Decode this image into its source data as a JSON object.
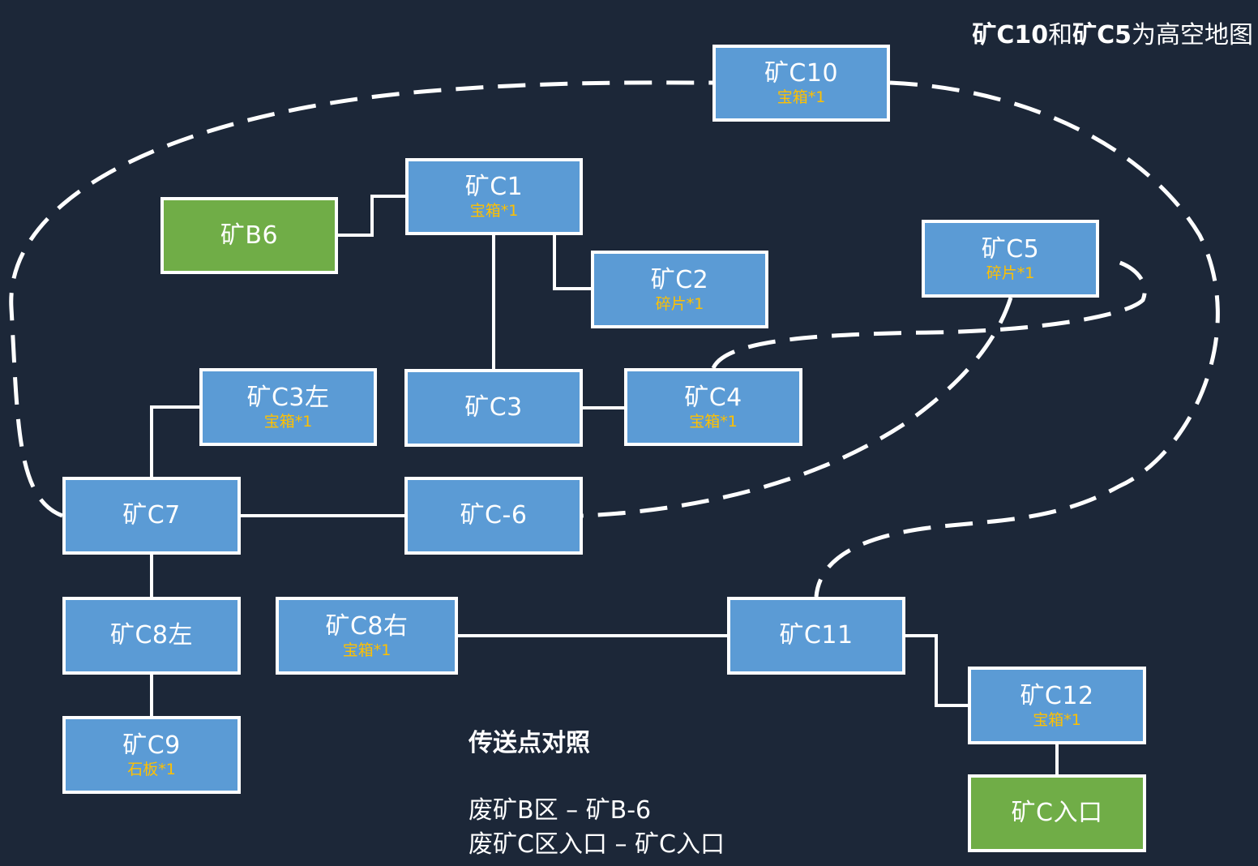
{
  "title": {
    "parts": [
      {
        "text": "矿C10",
        "bold": true
      },
      {
        "text": "和",
        "bold": false
      },
      {
        "text": "矿C5",
        "bold": true
      },
      {
        "text": "为高空地图",
        "bold": false
      }
    ]
  },
  "colors": {
    "background": "#1c2738",
    "node_fill": "#5b9bd5",
    "teleport_fill": "#70ad47",
    "border": "#ffffff",
    "loot_text": "#ffc000"
  },
  "nodes": [
    {
      "id": "C10",
      "label": "矿C10",
      "loot": "宝箱*1",
      "type": "normal"
    },
    {
      "id": "C1",
      "label": "矿C1",
      "loot": "宝箱*1",
      "type": "normal"
    },
    {
      "id": "B6",
      "label": "矿B6",
      "loot": "",
      "type": "teleport"
    },
    {
      "id": "C2",
      "label": "矿C2",
      "loot": "碎片*1",
      "type": "normal"
    },
    {
      "id": "C5",
      "label": "矿C5",
      "loot": "碎片*1",
      "type": "normal"
    },
    {
      "id": "C3L",
      "label": "矿C3左",
      "loot": "宝箱*1",
      "type": "normal"
    },
    {
      "id": "C3",
      "label": "矿C3",
      "loot": "",
      "type": "normal"
    },
    {
      "id": "C4",
      "label": "矿C4",
      "loot": "宝箱*1",
      "type": "normal"
    },
    {
      "id": "C7",
      "label": "矿C7",
      "loot": "",
      "type": "normal"
    },
    {
      "id": "C6",
      "label": "矿C-6",
      "loot": "",
      "type": "normal"
    },
    {
      "id": "C8L",
      "label": "矿C8左",
      "loot": "",
      "type": "normal"
    },
    {
      "id": "C8R",
      "label": "矿C8右",
      "loot": "宝箱*1",
      "type": "normal"
    },
    {
      "id": "C11",
      "label": "矿C11",
      "loot": "",
      "type": "normal"
    },
    {
      "id": "C9",
      "label": "矿C9",
      "loot": "石板*1",
      "type": "normal"
    },
    {
      "id": "C12",
      "label": "矿C12",
      "loot": "宝箱*1",
      "type": "normal"
    },
    {
      "id": "CIN",
      "label": "矿C入口",
      "loot": "",
      "type": "teleport"
    }
  ],
  "edges": [
    {
      "from": "B6",
      "to": "C1",
      "style": "solid"
    },
    {
      "from": "C1",
      "to": "C2",
      "style": "solid"
    },
    {
      "from": "C1",
      "to": "C3",
      "style": "solid"
    },
    {
      "from": "C3",
      "to": "C4",
      "style": "solid"
    },
    {
      "from": "C3L",
      "to": "C7",
      "style": "solid"
    },
    {
      "from": "C7",
      "to": "C6",
      "style": "solid"
    },
    {
      "from": "C7",
      "to": "C8L",
      "style": "solid"
    },
    {
      "from": "C8L",
      "to": "C9",
      "style": "solid"
    },
    {
      "from": "C8R",
      "to": "C11",
      "style": "solid"
    },
    {
      "from": "C11",
      "to": "C12",
      "style": "solid"
    },
    {
      "from": "C12",
      "to": "CIN",
      "style": "solid"
    },
    {
      "from": "C7",
      "to": "C10",
      "style": "dashed"
    },
    {
      "from": "C10",
      "to": "C11",
      "style": "dashed"
    },
    {
      "from": "C4",
      "to": "C5",
      "style": "dashed"
    },
    {
      "from": "C5",
      "to": "C6",
      "style": "dashed"
    }
  ],
  "legend": {
    "heading": "传送点对照",
    "items": [
      "废矿B区 – 矿B-6",
      "废矿C区入口 – 矿C入口"
    ]
  }
}
